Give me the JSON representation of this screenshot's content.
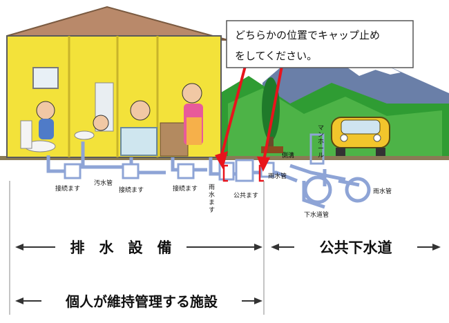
{
  "callout": {
    "line1": "どちらかの位置でキャップ止め",
    "line2": "をしてください。"
  },
  "labels": {
    "setsuzoku_1": "接続ます",
    "oosui_kan": "汚水管",
    "setsuzoku_2": "接続ます",
    "setsuzoku_3": "接続ます",
    "usui_masu_vertical": [
      "雨",
      "水",
      "ま",
      "す"
    ],
    "kokyo_masu": "公共ます",
    "usui_kan_1": "雨水管",
    "sokko": "側溝",
    "manhole_vertical": [
      "マ",
      "ン",
      "ホ",
      "ー",
      "ル"
    ],
    "usui_kan_2": "雨水管",
    "gesui_kan": "下水道管"
  },
  "sections": {
    "drainage_facility": "排　水　設　備",
    "public_sewer": "公共下水道",
    "private_facility": "個人が維持管理する施設"
  },
  "colors": {
    "house_wall": "#f3e23a",
    "house_roof": "#b9896a",
    "arrow_red": "#e8141c",
    "pipe_blue": "#8ea4d6",
    "hill_green": "#2f9c33",
    "car_yellow": "#f2c52c"
  }
}
